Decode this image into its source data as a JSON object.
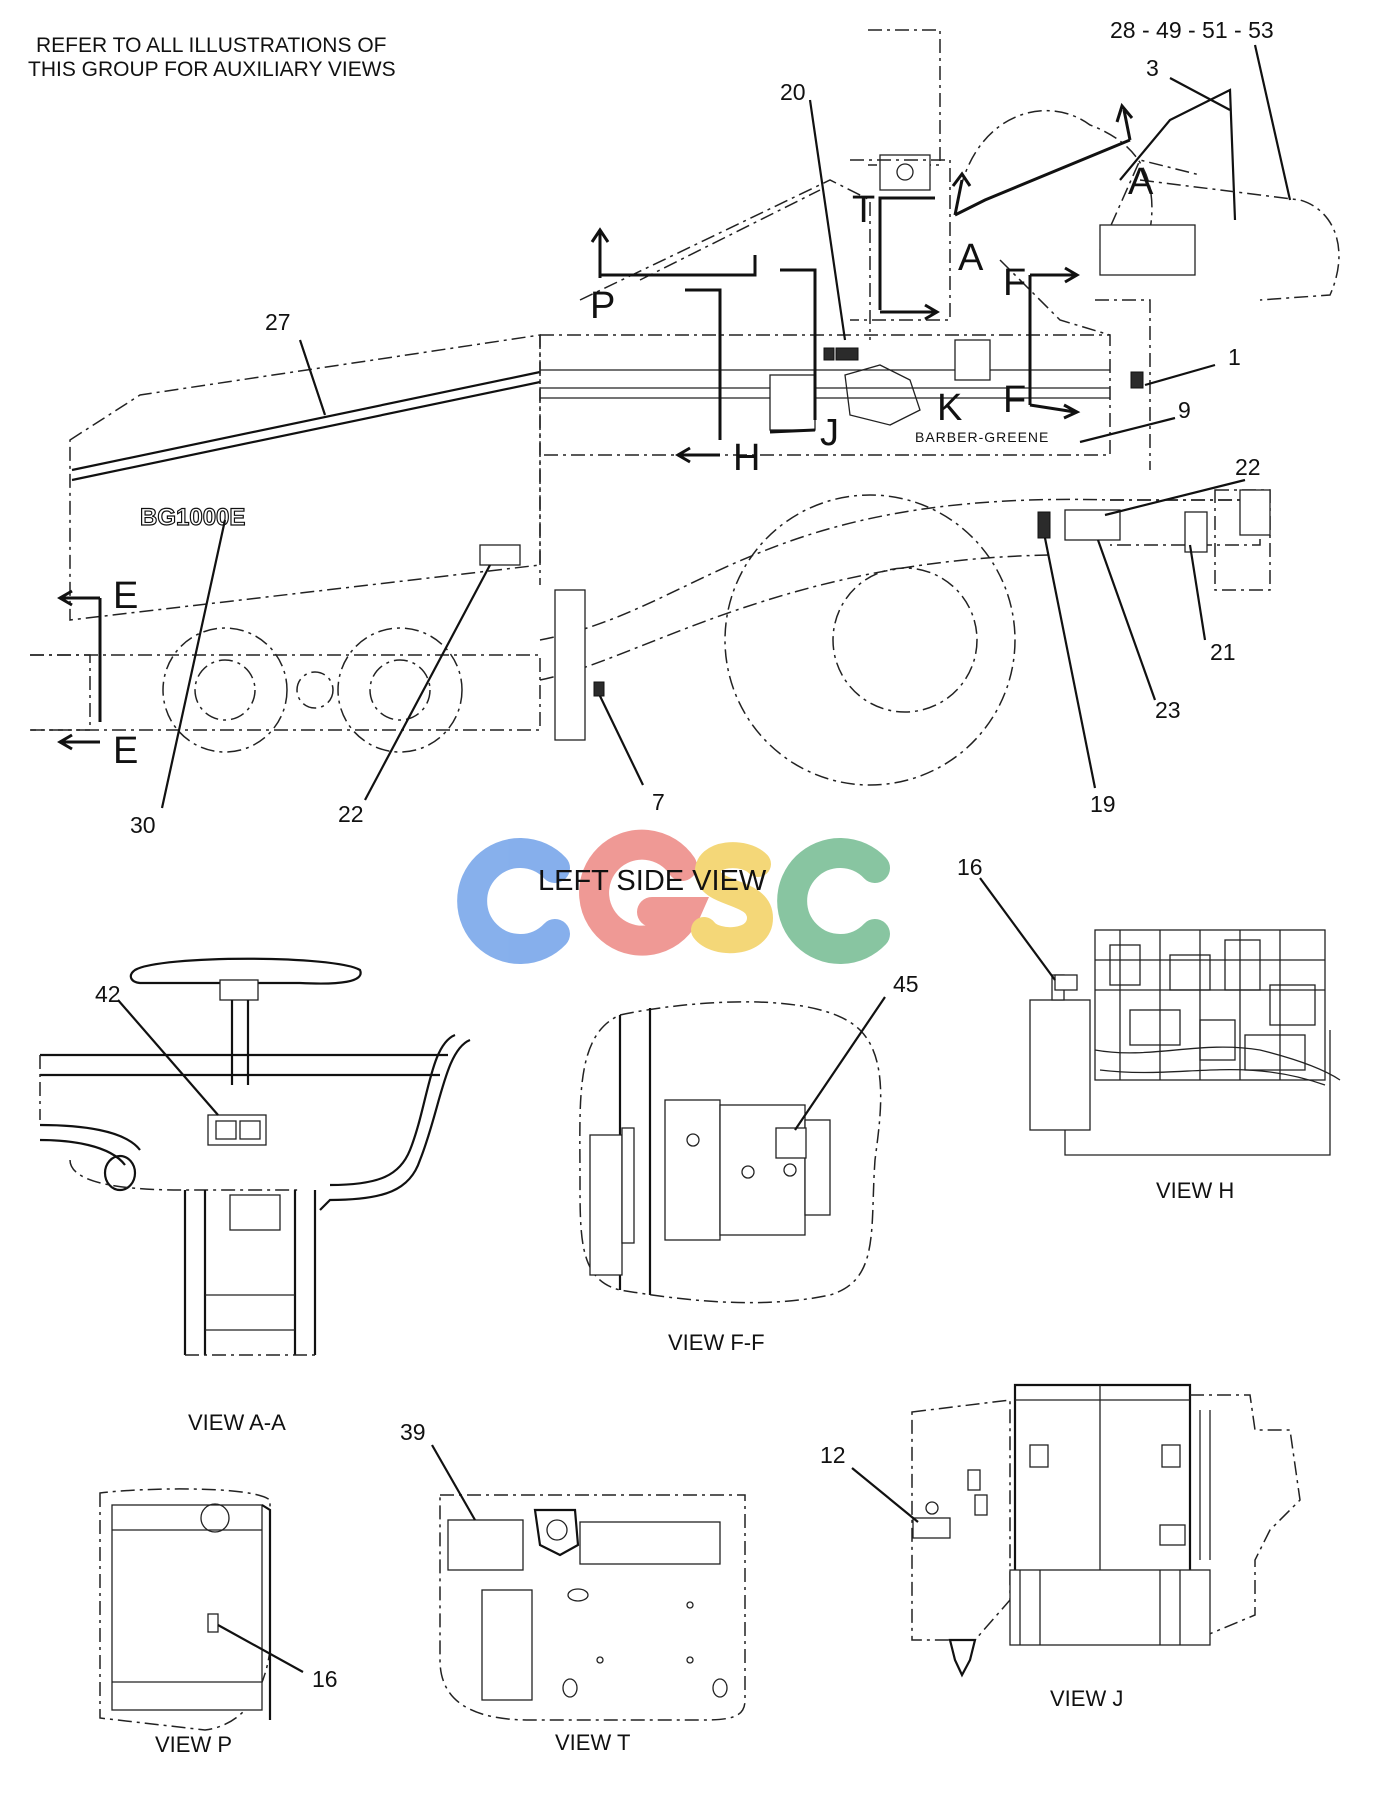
{
  "note": {
    "line1": "REFER TO ALL ILLUSTRATIONS OF",
    "line2": "THIS GROUP FOR AUXILIARY VIEWS"
  },
  "main_view": {
    "caption": "LEFT SIDE VIEW",
    "model_badge": "BG1000E",
    "brand_decal": "BARBER-GREENE",
    "callouts": {
      "c28": "28 - 49 - 51 - 53",
      "c3": "3",
      "c20": "20",
      "c27": "27",
      "c1": "1",
      "c9": "9",
      "c22a": "22",
      "c21": "21",
      "c23": "23",
      "c19": "19",
      "c7": "7",
      "c22b": "22",
      "c30": "30"
    },
    "section_marks": {
      "a1": "A",
      "a2": "A",
      "t": "T",
      "f1": "F",
      "f2": "F",
      "p": "P",
      "h": "H",
      "j": "J",
      "k": "K",
      "e1": "E",
      "e2": "E"
    }
  },
  "views": {
    "aa": {
      "caption": "VIEW A-A",
      "callout": "42"
    },
    "ff": {
      "caption": "VIEW  F-F",
      "callout": "45"
    },
    "h": {
      "caption": "VIEW   H",
      "callout": "16"
    },
    "p": {
      "caption": "VIEW  P",
      "callout": "16"
    },
    "t": {
      "caption": "VIEW T",
      "callout": "39"
    },
    "j": {
      "caption": "VIEW J",
      "callout": "12"
    }
  },
  "watermark": {
    "letters": [
      "C",
      "G",
      "S",
      "C"
    ],
    "colors": [
      "#7aa7ea",
      "#ee8f8a",
      "#f3d36a",
      "#7cbf97"
    ]
  }
}
